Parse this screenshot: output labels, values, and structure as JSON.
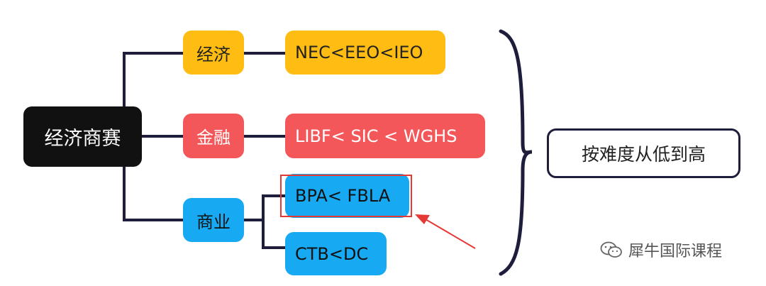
{
  "colors": {
    "root": "#111111",
    "economics": "#ffbd13",
    "finance": "#f35759",
    "business": "#17a9f2",
    "connector": "#1e1e3c",
    "arrow": "#e53935"
  },
  "diagram": {
    "root": "经济商赛",
    "branches": [
      {
        "label": "经济",
        "items": [
          "NEC<EEO<IEO"
        ]
      },
      {
        "label": "金融",
        "items": [
          "LIBF< SIC < WGHS"
        ]
      },
      {
        "label": "商业",
        "items": [
          "BPA< FBLA",
          "CTB<DC"
        ]
      }
    ],
    "summary": "按难度从低到高"
  },
  "watermark": {
    "icon": "wechat-icon",
    "text": "犀牛国际课程"
  }
}
